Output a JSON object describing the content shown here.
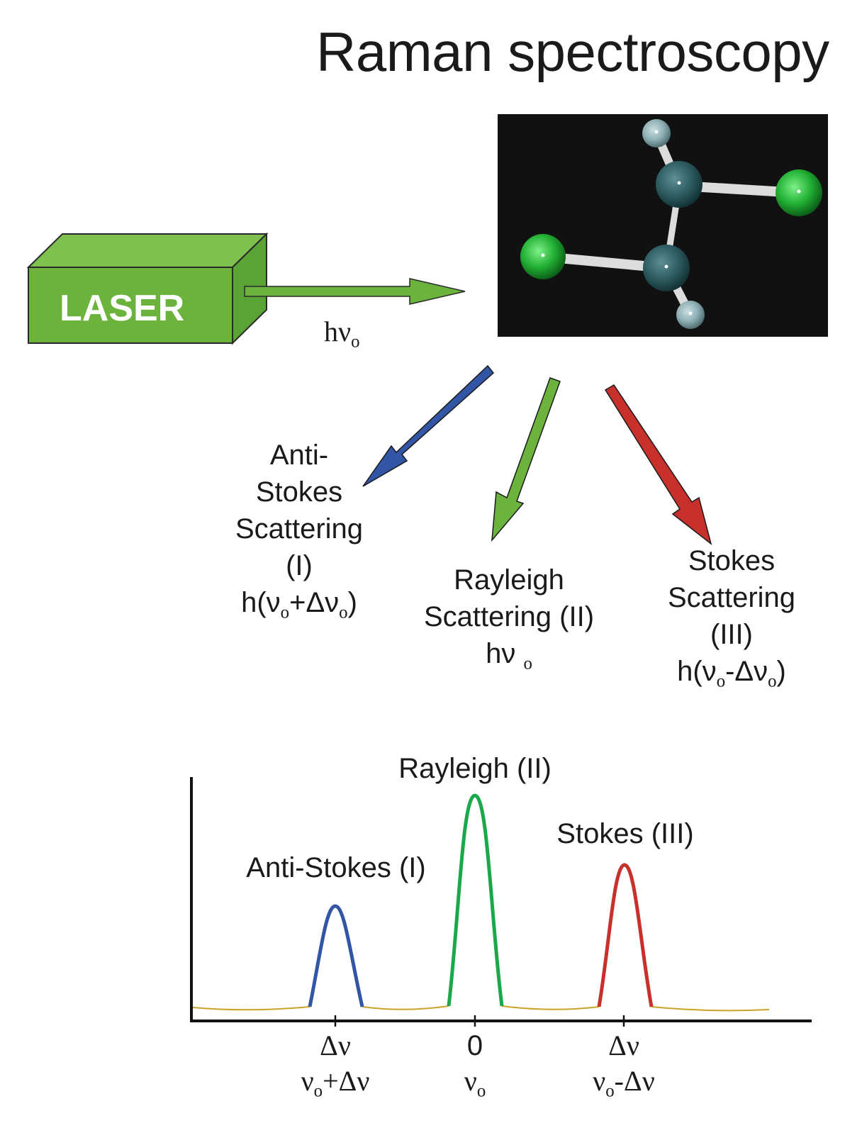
{
  "title": "Raman spectroscopy",
  "laser": {
    "label": "LASER",
    "box_color": "#6cb33e",
    "box_dark": "#4e9a2c"
  },
  "beam": {
    "symbol": "hν",
    "subscript": "o",
    "color": "#6cb33e"
  },
  "molecule": {
    "background": "#111111",
    "carbon_color": "#2e5e63",
    "hydrogen_color": "#8fb0b4",
    "chlorine_color": "#22b034",
    "bond_color": "#e6e6e6"
  },
  "scatter": {
    "anti_stokes": {
      "line1": "Anti-",
      "line2": "Stokes",
      "line3": "Scattering",
      "line4": "(I)",
      "formula_prefix": "h(ν",
      "formula_sub1": "o",
      "formula_mid": "+Δν",
      "formula_sub2": "o",
      "formula_suffix": ")",
      "color": "#3355a5"
    },
    "rayleigh": {
      "line1": "Rayleigh",
      "line2": "Scattering (II)",
      "formula_prefix": "hν",
      "formula_sub": "o",
      "color": "#6cb33e"
    },
    "stokes": {
      "line1": "Stokes",
      "line2": "Scattering",
      "line3": "(III)",
      "formula_prefix": "h(ν",
      "formula_sub1": "o",
      "formula_mid": "-Δν",
      "formula_sub2": "o",
      "formula_suffix": ")",
      "color": "#c8302b"
    }
  },
  "spectrum": {
    "peak_labels": {
      "rayleigh": "Rayleigh (II)",
      "stokes": "Stokes (III)",
      "anti_stokes": "Anti-Stokes (I)"
    },
    "ticks": {
      "anti_stokes": {
        "top": "Δν",
        "bottom_prefix": "ν",
        "bottom_sub": "o",
        "bottom_suffix": "+Δν"
      },
      "rayleigh": {
        "top": "0",
        "bottom_prefix": "ν",
        "bottom_sub": "o",
        "bottom_suffix": ""
      },
      "stokes": {
        "top": "Δν",
        "bottom_prefix": "ν",
        "bottom_sub": "o",
        "bottom_suffix": "-Δν"
      }
    },
    "colors": {
      "anti_stokes": "#3355a5",
      "rayleigh": "#1aa84a",
      "stokes": "#c8302b",
      "baseline": "#c9a227",
      "axis": "#111111"
    }
  }
}
